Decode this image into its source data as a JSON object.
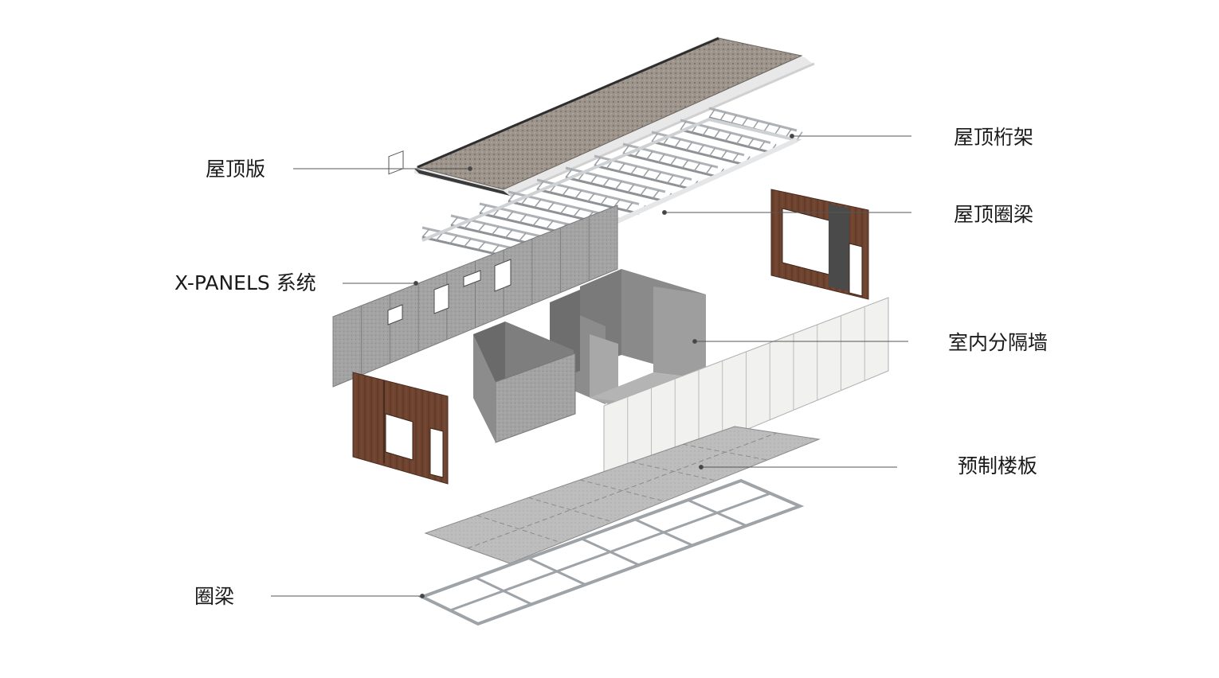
{
  "labels": {
    "roof_slab": "屋顶版",
    "x_panels": "X-PANELS 系统",
    "ring_beam": "圈梁",
    "roof_truss": "屋顶桁架",
    "roof_ring_beam": "屋顶圈梁",
    "partition_walls": "室内分隔墙",
    "prefab_floor": "预制楼板"
  },
  "colors": {
    "background": "#ffffff",
    "leader_line": "#555555",
    "wood_panel": "#6b3f2a",
    "concrete": "#9a9a9a",
    "white_panel": "#f0f0ee",
    "steel": "#b8bcc0"
  }
}
